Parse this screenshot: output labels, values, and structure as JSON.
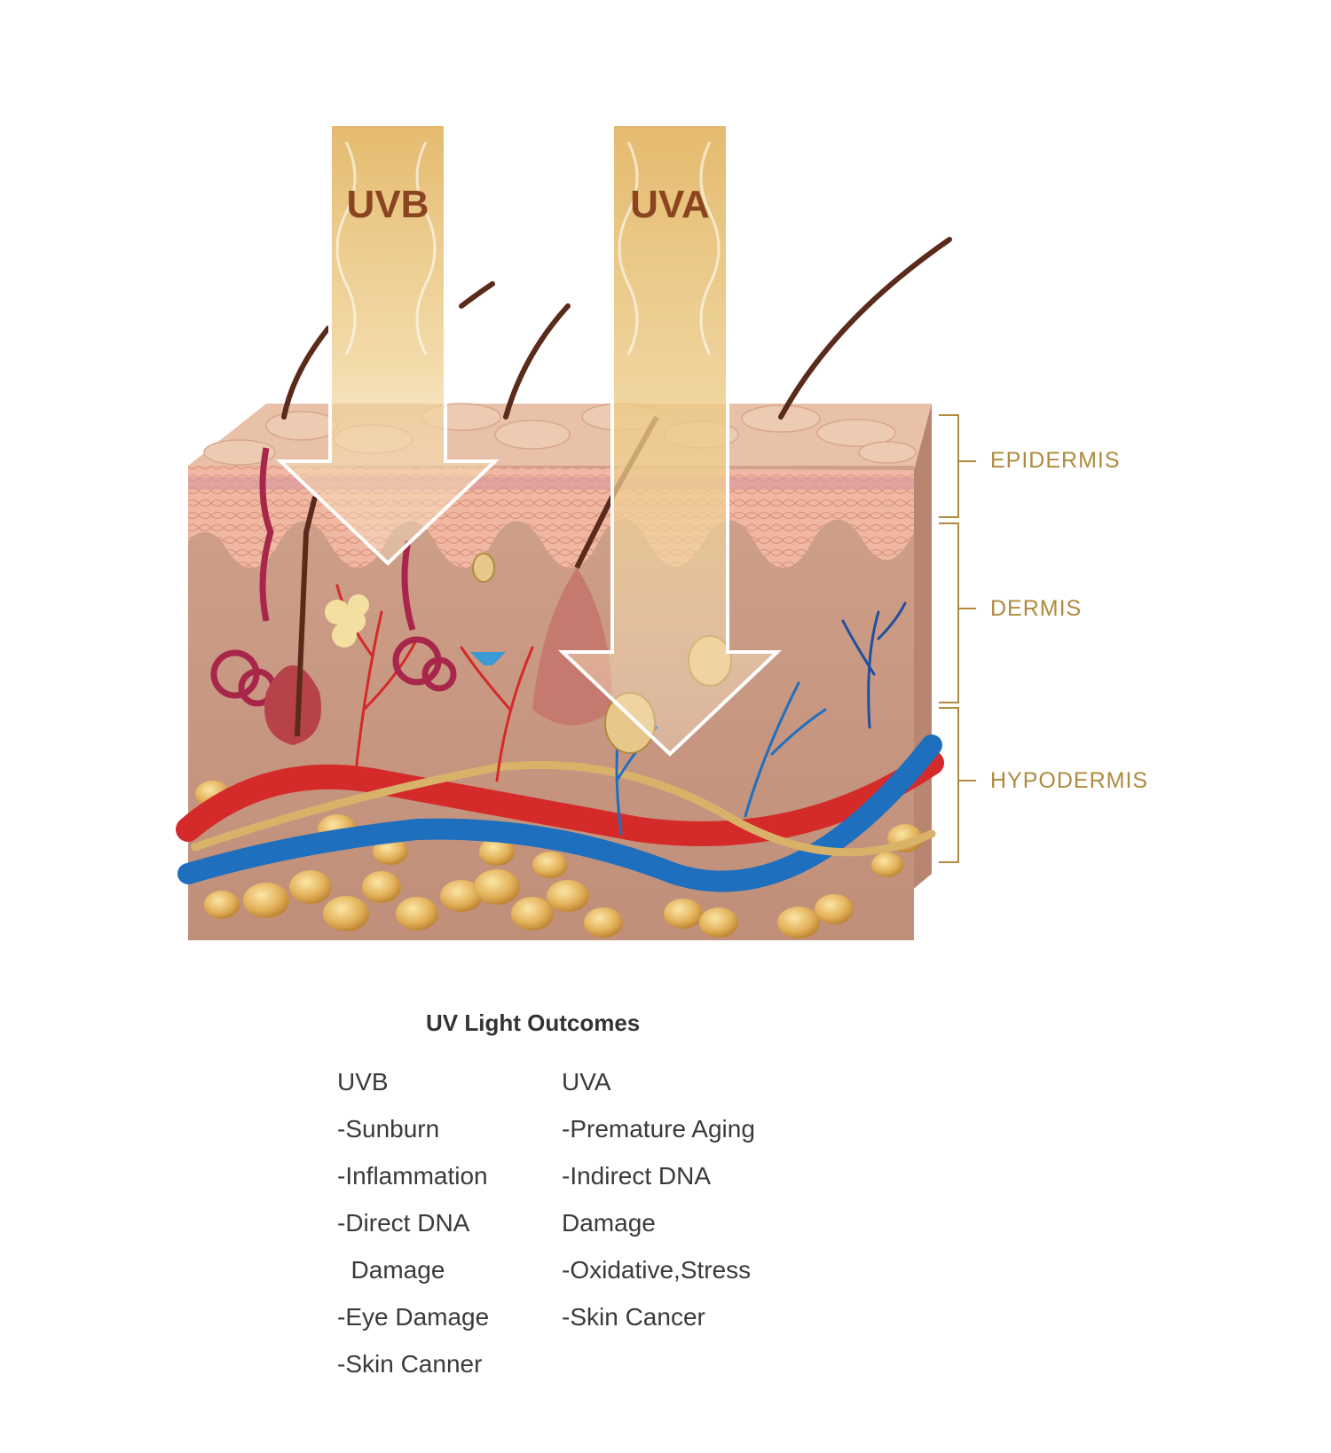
{
  "arrows": {
    "uvb_label": "UVB",
    "uva_label": "UVA"
  },
  "layers": {
    "epidermis": "EPIDERMIS",
    "dermis": "DERMIS",
    "hypodermis": "HYPODERMIS"
  },
  "outcomes": {
    "title": "UV Light Outcomes",
    "uvb": [
      "UVB",
      "-Sunburn",
      "-Inflammation",
      "-Direct DNA",
      "  Damage",
      "-Eye Damage",
      "-Skin Canner"
    ],
    "uva": [
      "UVA",
      "-Premature Aging",
      "-Indirect DNA",
      "Damage",
      "-Oxidative,Stress",
      "-Skin Cancer"
    ]
  },
  "colors": {
    "accent_gold": "#b08a3e",
    "arrow_text": "#8a4520",
    "artery": "#d42a2a",
    "vein": "#1f6fbf",
    "skin": "#d9a58a"
  }
}
